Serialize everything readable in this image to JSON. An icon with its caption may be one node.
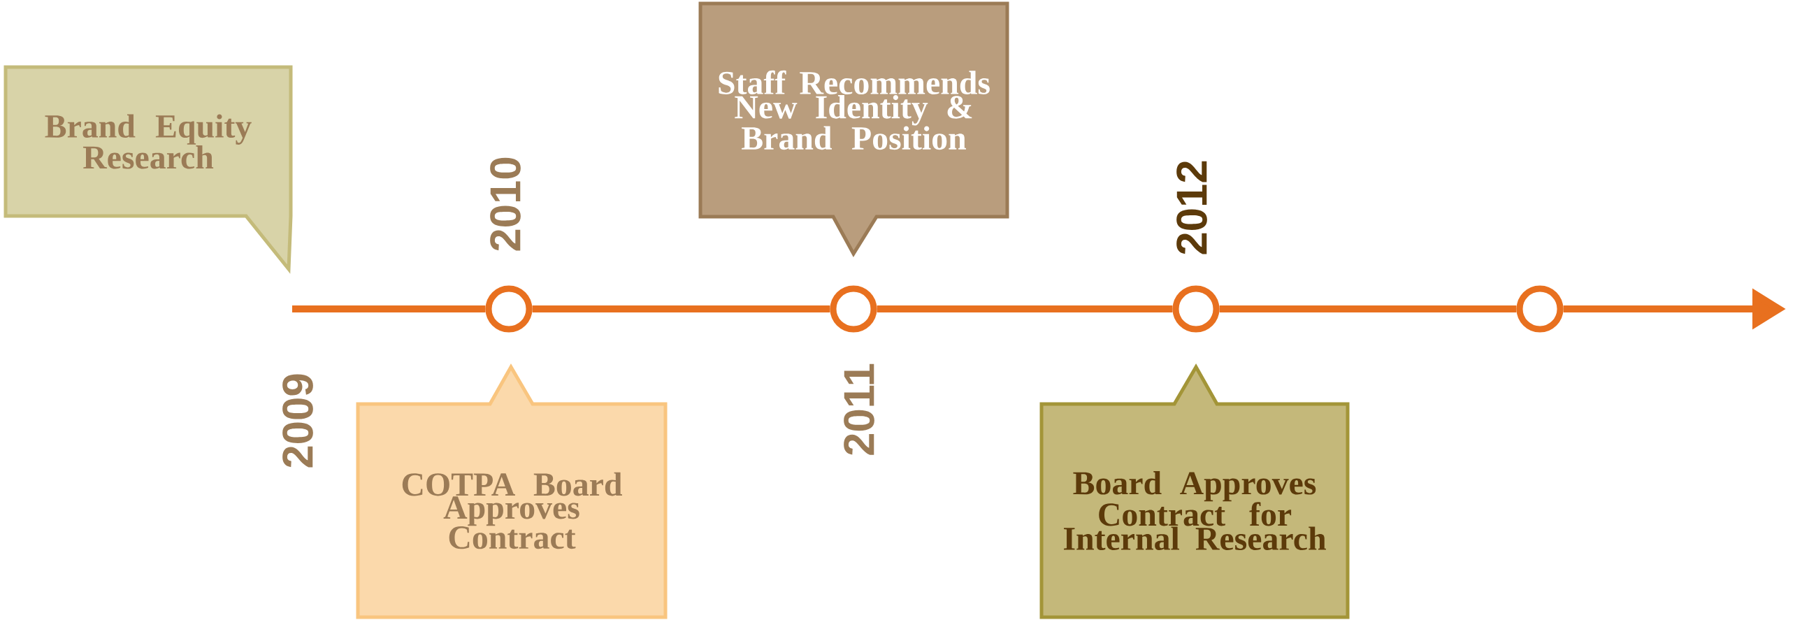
{
  "diagram": {
    "nodes": [
      {
        "text": [
          "Brand Equity Research"
        ]
      },
      {
        "text": [
          "COTPA Board Approves Contract"
        ]
      },
      {
        "text": [
          "Staff Recommends New Identity & Brand Position"
        ]
      },
      {
        "text": [
          "Board Approves Contract for Internal Research"
        ]
      },
      {
        "text": [],
        "shape": "circle",
        "beside": [
          "2010"
        ]
      },
      {
        "text": [],
        "shape": "circle",
        "beside": [
          "2011"
        ]
      },
      {
        "text": [],
        "shape": "circle",
        "beside": [
          "2012"
        ]
      },
      {
        "text": [],
        "shape": "circle"
      }
    ],
    "edges": [
      {
        "from": null,
        "to": 4,
        "arrow": "none"
      },
      {
        "from": 4,
        "to": 5,
        "arrow": "none"
      },
      {
        "from": 5,
        "to": 6,
        "arrow": "none"
      },
      {
        "from": 6,
        "to": 7,
        "arrow": "none"
      },
      {
        "from": 7,
        "to": null,
        "arrow": "to"
      }
    ],
    "labels": [
      "2009"
    ]
  }
}
